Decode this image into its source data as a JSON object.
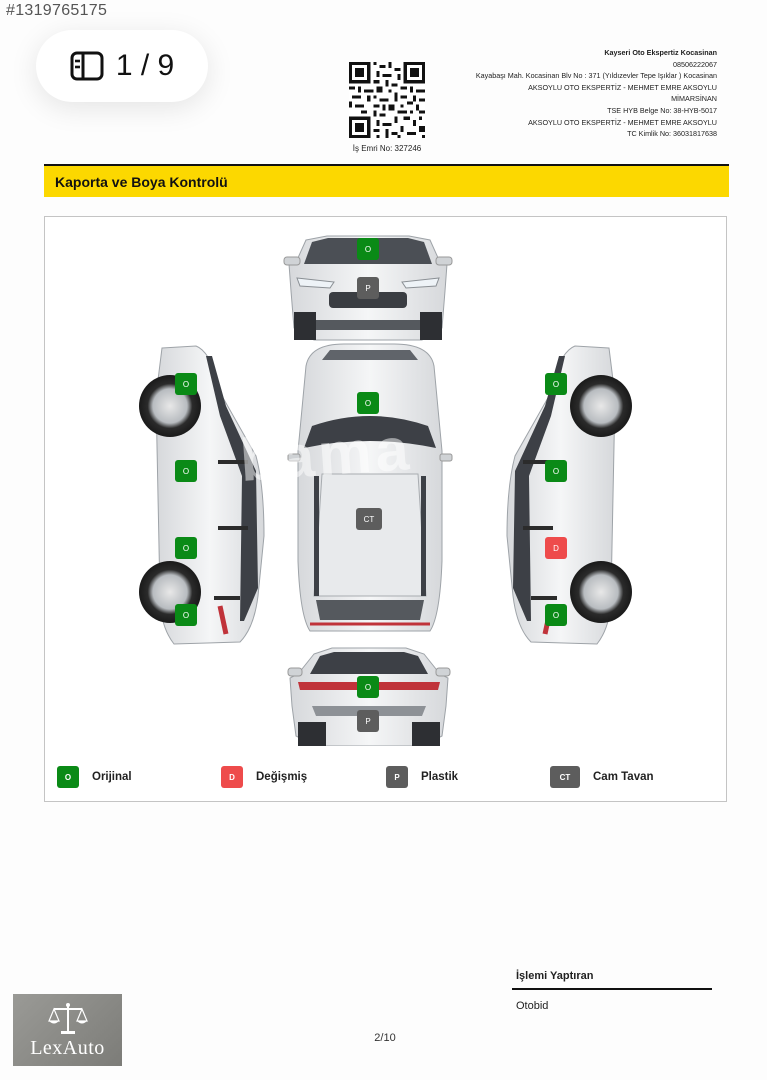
{
  "listing_id": "#1319765175",
  "viewer": {
    "page_counter": "1 / 9",
    "icon": "gallery-icon"
  },
  "qr": {
    "icon": "qr-code-icon",
    "order_no": "İş Emri No: 327246"
  },
  "company": {
    "line1": "Kayseri Oto Ekspertiz Kocasinan",
    "line2": "08506222067",
    "line3": "Kayabaşı Mah. Kocasinan Blv No : 371 (Yıldızevler Tepe Işıklar ) Kocasinan",
    "line4": "AKSOYLU OTO EKSPERTİZ - MEHMET EMRE AKSOYLU",
    "line5": "MİMARSİNAN",
    "line6": "TSE HYB Belge No: 38-HYB-5017",
    "line7": "AKSOYLU OTO EKSPERTİZ - MEHMET EMRE AKSOYLU",
    "line8": "TC Kimlik No: 36031817638"
  },
  "section": {
    "title": "Kaporta ve Boya Kontrolü"
  },
  "badges": {
    "front_hood": "O",
    "front_bumper": "P",
    "roof": "O",
    "glass_roof": "CT",
    "left_front_fender": "O",
    "left_front_door": "O",
    "left_rear_door": "O",
    "left_rear_fender": "O",
    "right_front_fender": "O",
    "right_front_door": "O",
    "right_rear_door": "D",
    "right_rear_fender": "O",
    "trunk": "O",
    "rear_bumper": "P"
  },
  "watermark": "bama",
  "legend": [
    {
      "code": "O",
      "label": "Orijinal",
      "color": "#0a8a16"
    },
    {
      "code": "D",
      "label": "Değişmiş",
      "color": "#ee4b4b"
    },
    {
      "code": "P",
      "label": "Plastik",
      "color": "#5d5d5d"
    },
    {
      "code": "CT",
      "label": "Cam Tavan",
      "color": "#5d5d5d"
    }
  ],
  "operator": {
    "label": "İşlemi Yaptıran",
    "value": "Otobid"
  },
  "page_number": "2/10",
  "logo": {
    "text": "LexAuto",
    "icon": "scales-icon"
  }
}
